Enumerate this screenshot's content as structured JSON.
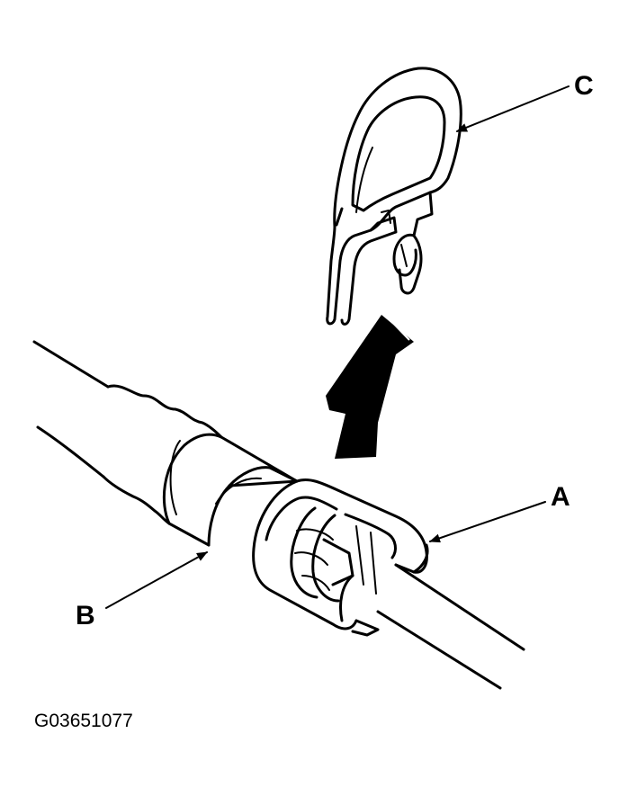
{
  "labels": {
    "a": "A",
    "b": "B",
    "c": "C"
  },
  "figure_code": "G03651077",
  "parts": {
    "a_icon": "quick-connector-body",
    "b_icon": "fuel-line-tube",
    "c_icon": "retainer-clip"
  },
  "colors": {
    "ink": "#000000",
    "background": "#ffffff"
  }
}
